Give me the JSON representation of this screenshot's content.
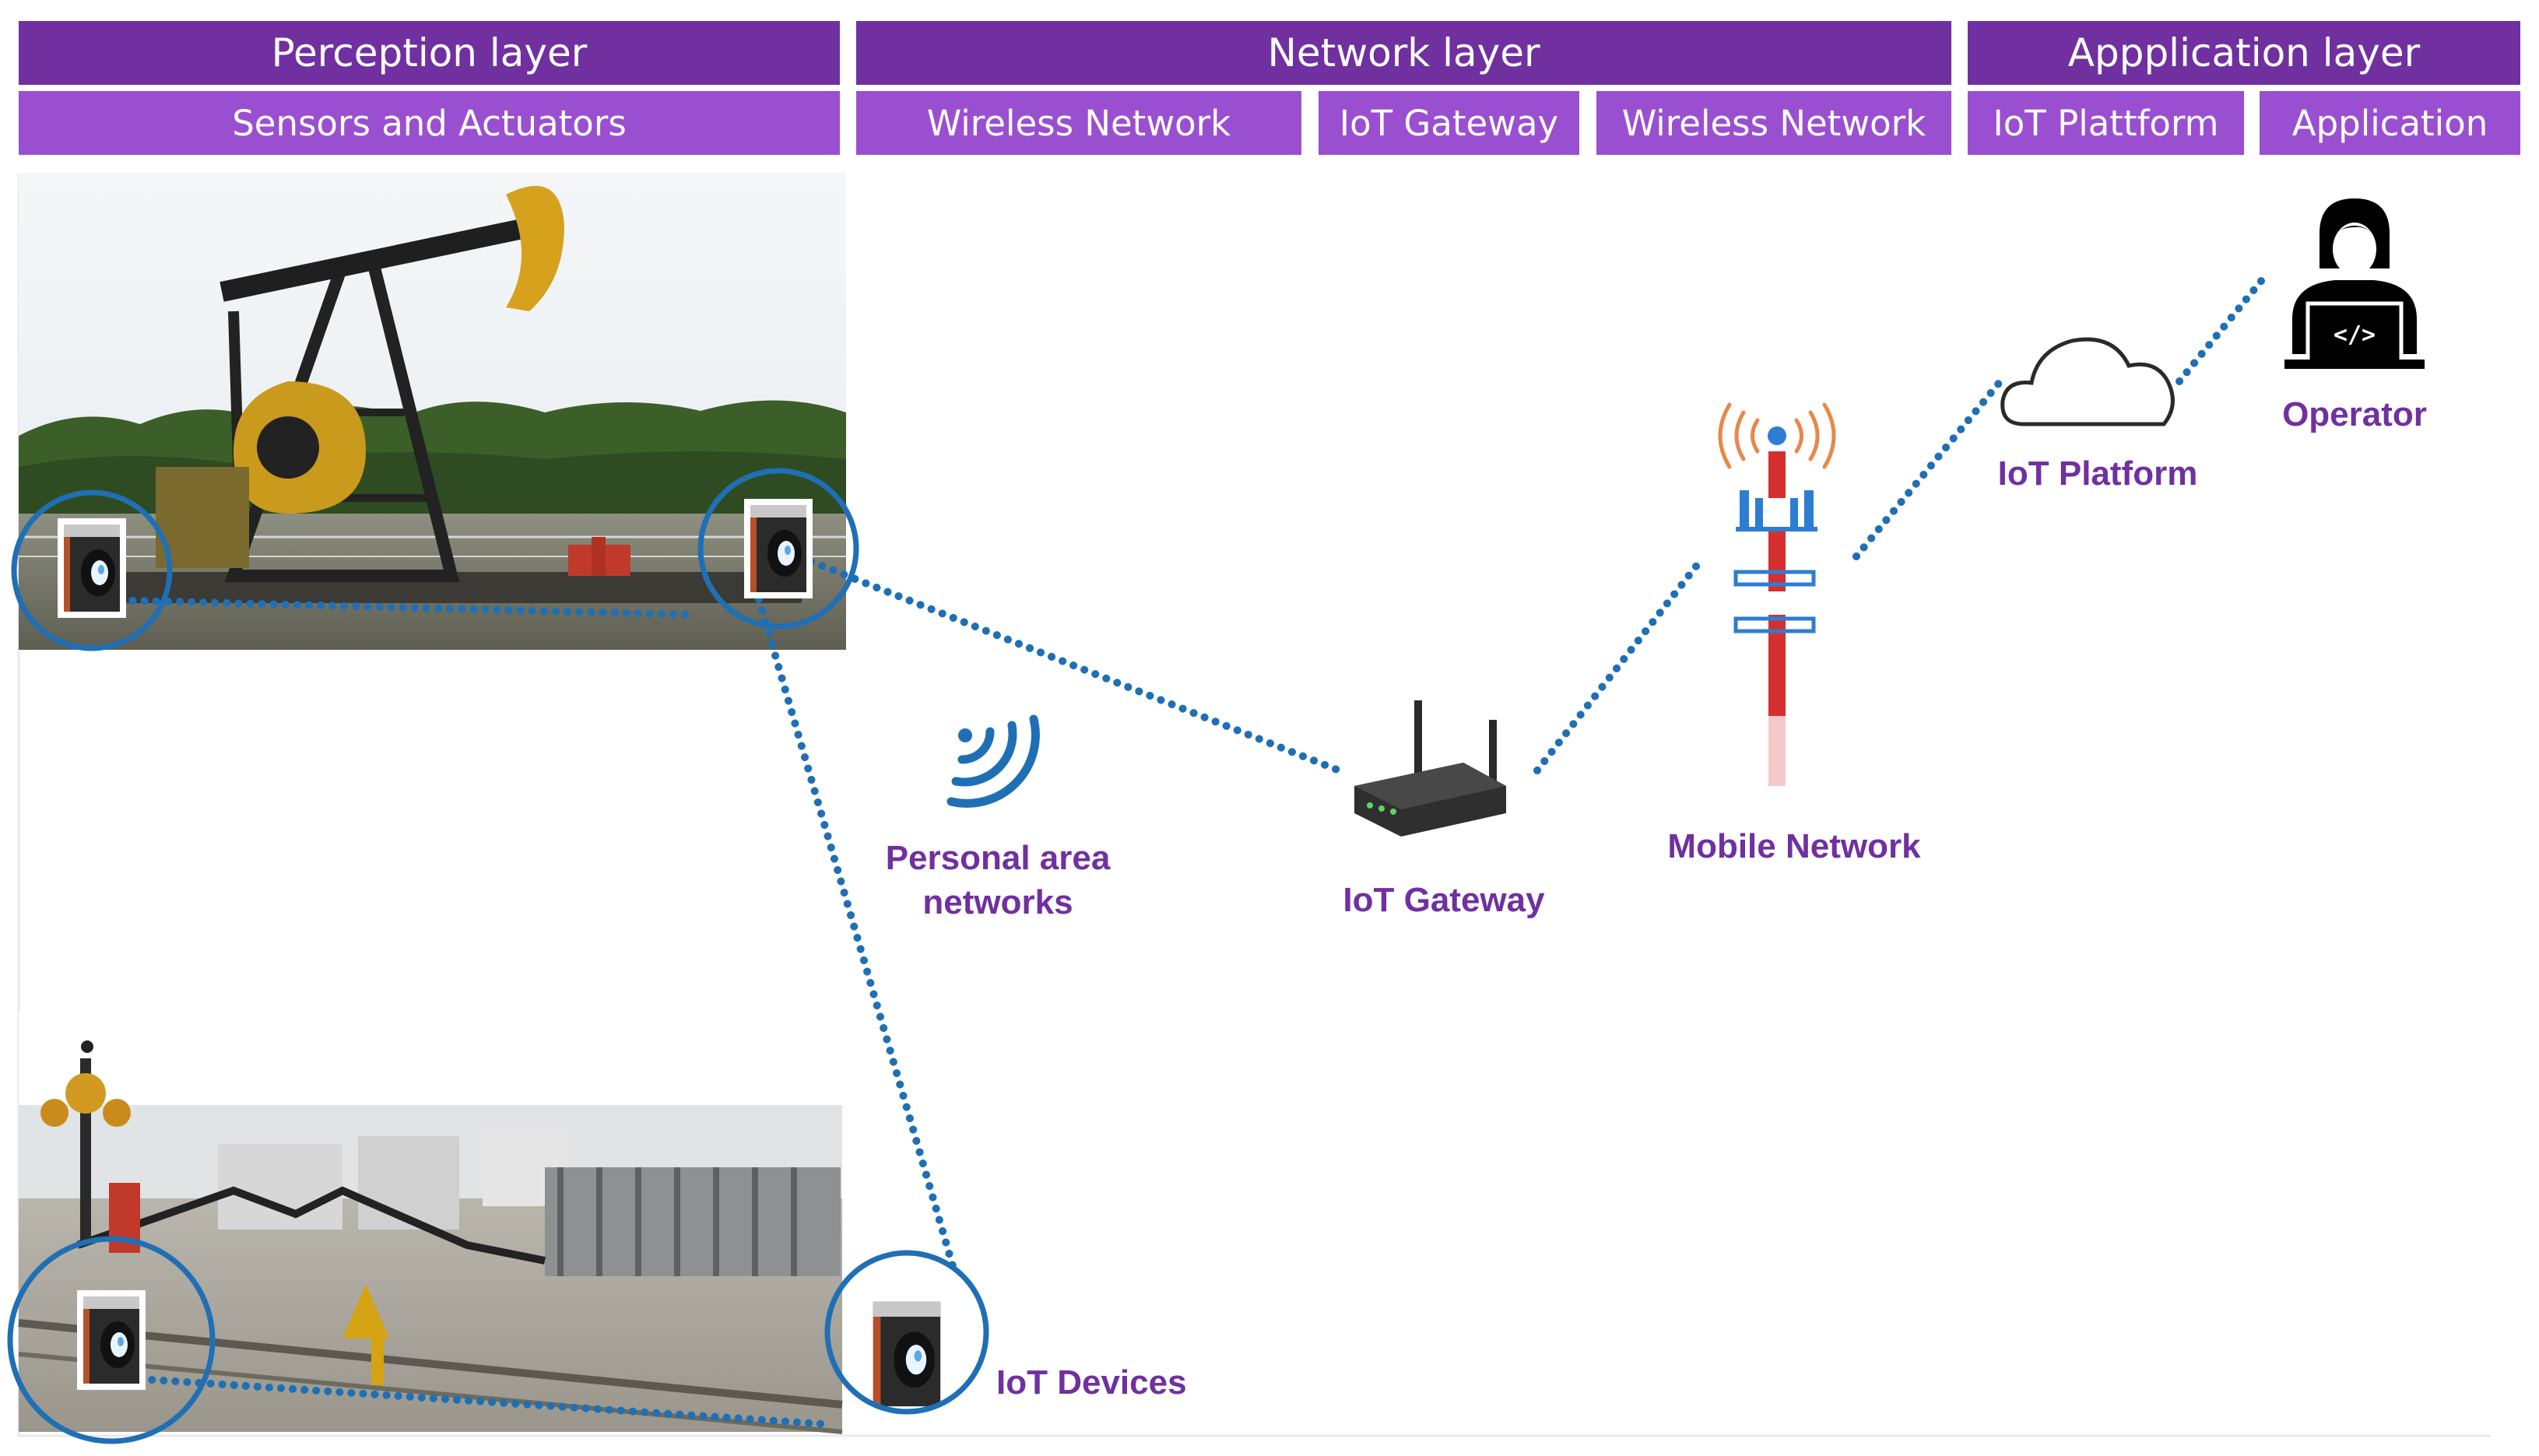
{
  "header": {
    "perception_layer": "Perception layer",
    "sensors_and_actuators": "Sensors and Actuators",
    "network_layer": "Network layer",
    "wireless_network_1": "Wireless Network",
    "iot_gateway": "IoT Gateway",
    "wireless_network_2": "Wireless Network",
    "application_layer": "Appplication layer",
    "iot_plattform": "IoT Plattform",
    "application": "Application"
  },
  "labels": {
    "personal_area_line1": "Personal area",
    "personal_area_line2": "networks",
    "iot_gateway": "IoT Gateway",
    "mobile_network": "Mobile Network",
    "iot_platform": "IoT Platform",
    "operator": "Operator",
    "iot_devices": "IoT Devices"
  },
  "icons": {
    "wifi": "wifi-icon",
    "router": "router-icon",
    "tower": "cell-tower-icon",
    "cloud": "cloud-icon",
    "operator": "operator-icon",
    "sensor": "thermal-camera-icon",
    "pumpjack": "pumpjack-photo",
    "wellsite": "wellsite-photo"
  },
  "colors": {
    "header_top": "#7030a0",
    "header_sub": "#9a4fd0",
    "label": "#7030a0",
    "link": "#1f6fb5"
  }
}
